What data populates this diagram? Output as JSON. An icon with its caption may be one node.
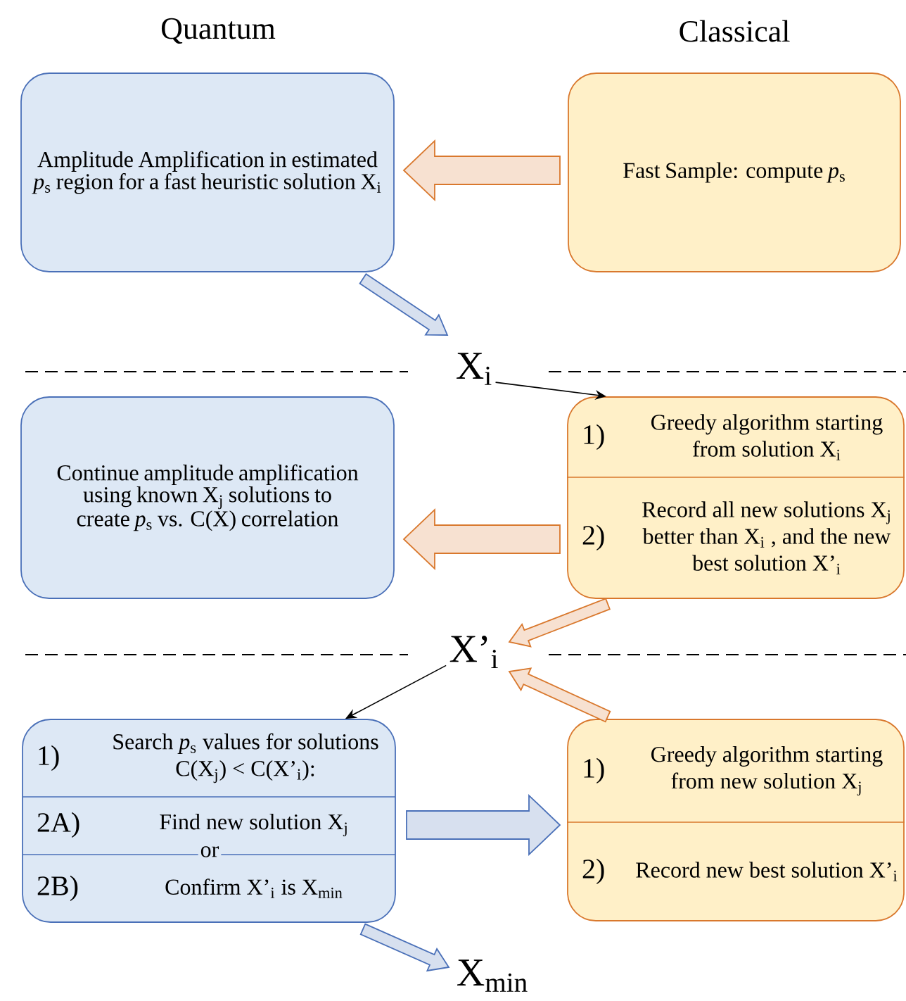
{
  "diagram": {
    "nodes": [
      {
        "text": [
          "Amplitude Amplification in estimated *p*$_{s}$ region for a fast heuristic solution X$_{i}$"
        ]
      },
      {
        "text": [
          "Fast Sample:  compute *p*$_{s}$"
        ]
      },
      {
        "text": [
          "X$_{i}$"
        ]
      },
      {
        "text": [
          "Continue amplitude amplification using known X$_{j}$ solutions to create *p*$_{s}$ vs. C(X) correlation"
        ]
      },
      {
        "text": [],
        "shape": "box"
      },
      {
        "text": [
          "1)",
          "Greedy algorithm starting from solution X$_{i}$"
        ],
        "in": 4
      },
      {
        "text": [
          "2)",
          "Record all new solutions X$_{j}$ better than X$_{i}$ , and the new best solution X’$_{i}$"
        ],
        "in": 4
      },
      {
        "text": [
          "X’$_{i}$"
        ]
      },
      {
        "text": [],
        "shape": "box"
      },
      {
        "text": [
          "1)",
          "Search *p*$_{s}$ values for solutions C(X$_{j}$) < C(X’$_{i}$):"
        ],
        "in": 8
      },
      {
        "text": [
          "2A)",
          "Find new solution X$_{j}$"
        ],
        "in": 8
      },
      {
        "text": [
          "2B)",
          "Confirm X’$_{i}$ is X$_{min}$"
        ],
        "in": 8
      },
      {
        "text": [],
        "shape": "box"
      },
      {
        "text": [
          "1)",
          "Greedy algorithm starting from new solution X$_{j}$"
        ],
        "in": 12
      },
      {
        "text": [
          "2)",
          "Record new best solution X’$_{i}$"
        ],
        "in": 12
      },
      {
        "text": [
          "X$_{min}$"
        ]
      }
    ],
    "edges": [
      {
        "from": 1,
        "to": 0,
        "arrow": "to",
        "style": "thick",
        "color": "#d9782d"
      },
      {
        "from": 0,
        "to": 2,
        "arrow": "to",
        "color": "#4a70b8"
      },
      {
        "from": 2,
        "to": 4,
        "arrow": "to"
      },
      {
        "from": 4,
        "to": 3,
        "arrow": "to",
        "style": "thick",
        "color": "#d9782d"
      },
      {
        "from": 4,
        "to": 7,
        "arrow": "to",
        "color": "#d9782d"
      },
      {
        "from": 12,
        "to": 7,
        "arrow": "to",
        "color": "#d9782d"
      },
      {
        "from": 7,
        "to": 8,
        "arrow": "to"
      },
      {
        "from": 8,
        "to": 12,
        "arrow": "to",
        "style": "thick",
        "color": "#4a70b8"
      },
      {
        "from": 8,
        "to": 15,
        "arrow": "to",
        "color": "#4a70b8"
      }
    ],
    "labels": [
      "Quantum",
      "Classical",
      "or"
    ]
  }
}
